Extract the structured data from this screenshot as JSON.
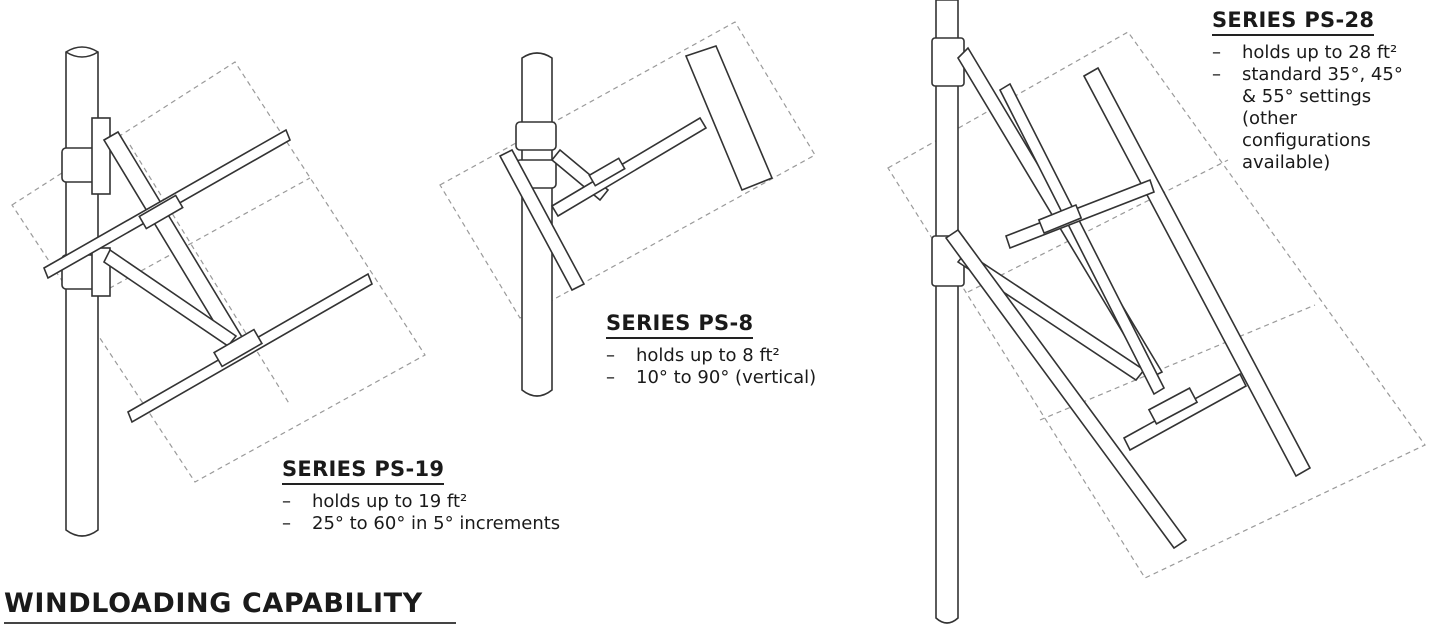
{
  "diagrams": [
    {
      "id": "ps-19",
      "title": "SERIES PS-19",
      "specs": [
        "holds up to 19 ft²",
        "25° to 60° in 5° increments"
      ]
    },
    {
      "id": "ps-8",
      "title": "SERIES PS-8",
      "specs": [
        "holds up to 8 ft²",
        "10° to 90° (vertical)"
      ]
    },
    {
      "id": "ps-28",
      "title": "SERIES PS-28",
      "specs": [
        "holds up to 28 ft²",
        "standard 35°, 45°\n& 55° settings\n (other\n  configurations\n   available)"
      ]
    }
  ],
  "heading": "WINDLOADING CAPABILITY",
  "bullet": "–"
}
